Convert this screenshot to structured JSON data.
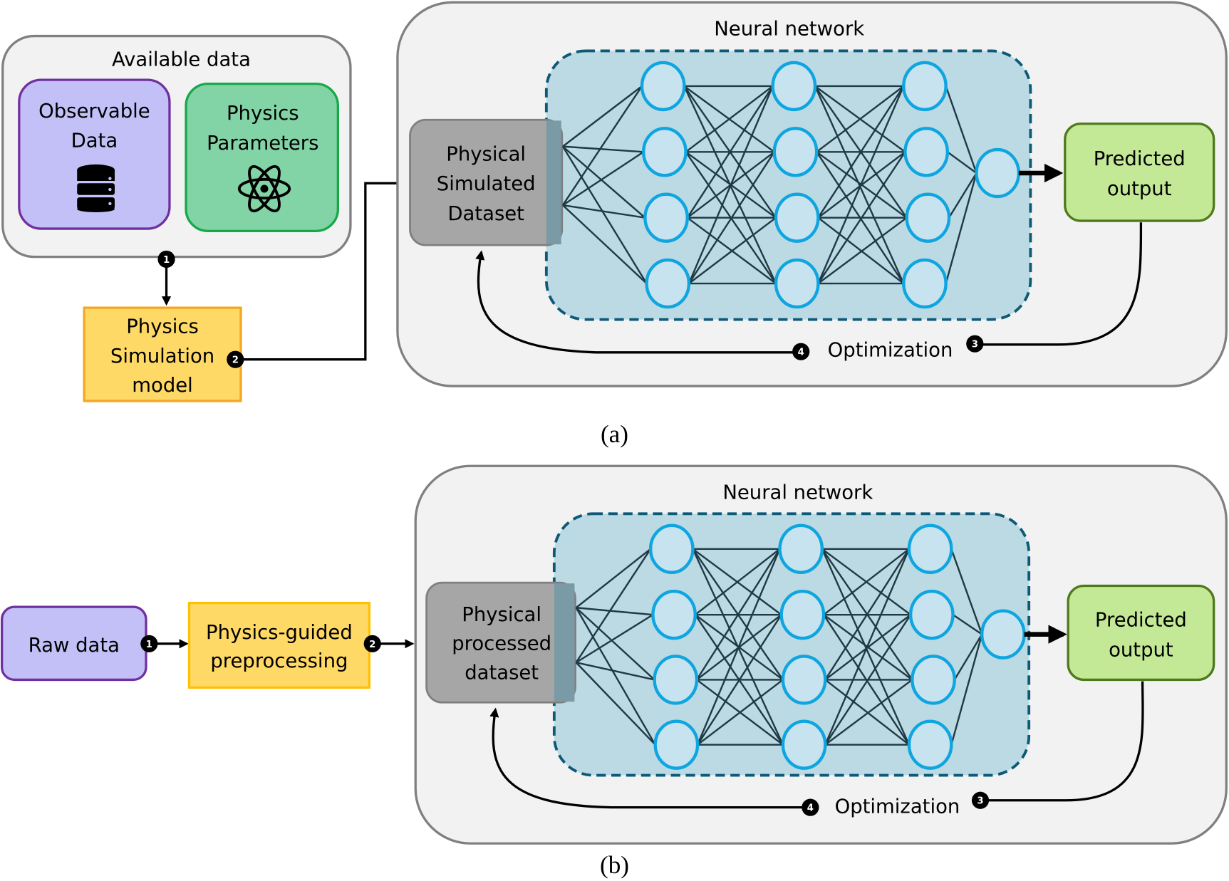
{
  "panels": {
    "a": {
      "caption": "(a)",
      "available_data": {
        "title": "Available data",
        "observable": {
          "line1": "Observable",
          "line2": "Data",
          "icon": "database-icon"
        },
        "physics": {
          "line1": "Physics",
          "line2": "Parameters",
          "icon": "atom-icon"
        }
      },
      "simulation_model": {
        "line1": "Physics",
        "line2": "Simulation",
        "line3": "model"
      },
      "neural_network": {
        "title": "Neural network",
        "layers": [
          4,
          4,
          4,
          1
        ]
      },
      "dataset": {
        "line1": "Physical",
        "line2": "Simulated",
        "line3": "Dataset"
      },
      "output": {
        "line1": "Predicted",
        "line2": "output"
      },
      "optimization": "Optimization",
      "steps": [
        "1",
        "2",
        "3",
        "4"
      ]
    },
    "b": {
      "caption": "(b)",
      "raw_data": "Raw data",
      "preprocessing": {
        "line1": "Physics-guided",
        "line2": "preprocessing"
      },
      "neural_network": {
        "title": "Neural network",
        "layers": [
          4,
          4,
          4,
          1
        ]
      },
      "dataset": {
        "line1": "Physical",
        "line2": "processed",
        "line3": "dataset"
      },
      "output": {
        "line1": "Predicted",
        "line2": "output"
      },
      "optimization": "Optimization",
      "steps": [
        "1",
        "2",
        "3",
        "4"
      ]
    }
  },
  "colors": {
    "container_fill": "#f2f2f2",
    "container_stroke": "#808080",
    "observable_fill": "#c2c0f7",
    "observable_stroke": "#7030a0",
    "physics_fill": "#82d3a5",
    "physics_stroke": "#17a84a",
    "simulation_fill": "#ffd966",
    "simulation_stroke": "#f5a623",
    "nn_fill": "#bcdae3",
    "nn_stroke": "#0d5a78",
    "dataset_fill": "#a6a6a6",
    "output_fill": "#c3e996",
    "output_stroke": "#4e7a1c",
    "neuron_fill": "#c6e3ef",
    "neuron_stroke": "#0ea5e0"
  }
}
